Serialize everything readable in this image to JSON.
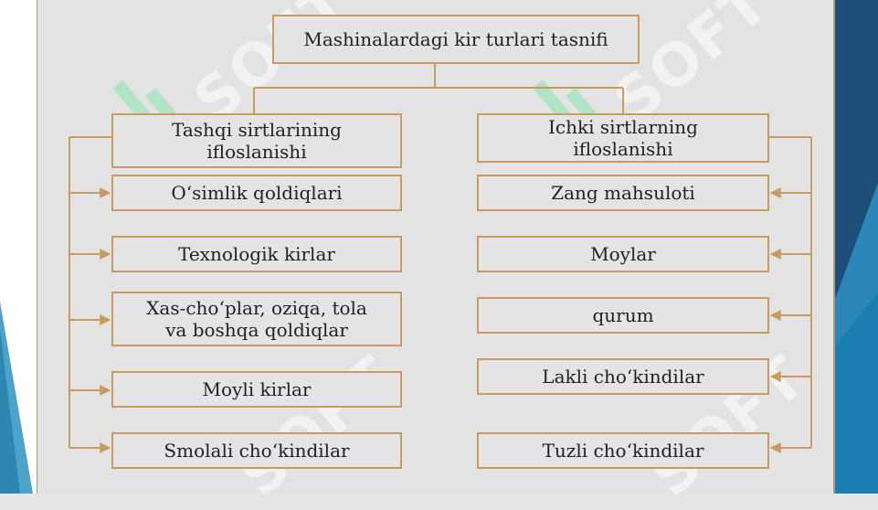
{
  "title": "Mashinalardagi kir turlari tasnifi",
  "left_header": [
    "Tashqi sirtlarining",
    "ifloslanishi"
  ],
  "right_header": [
    "Ichki sirtlarning",
    "ifloslanishi"
  ],
  "left_items": [
    [
      "O‘simlik qoldiqlari"
    ],
    [
      "Texnologik kirlar"
    ],
    [
      "Xas-cho‘plar, oziqa, tola",
      "va boshqa qoldiqlar"
    ],
    [
      "Moyli kirlar"
    ],
    [
      "Smolali cho‘kindilar"
    ]
  ],
  "right_items": [
    [
      "Zang mahsuloti"
    ],
    [
      "Moylar"
    ],
    [
      "qurum"
    ],
    [
      "Lakli cho‘kindilar"
    ],
    [
      "Tuzli cho‘kindilar"
    ]
  ],
  "watermark": "SOFT",
  "colors": {
    "connector": "#c89b5e",
    "panel": "#e3e3e3",
    "accent_dark": "#1d4f79",
    "accent_light": "#4aa3c8",
    "watermark_green": "#8fe3b0"
  }
}
